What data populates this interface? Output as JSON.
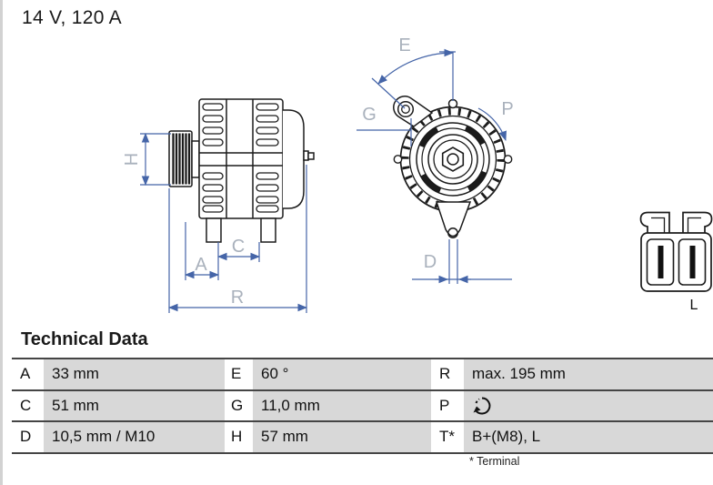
{
  "title": "14 V, 120 A",
  "diagram": {
    "side_view": {
      "labels": {
        "H": "H",
        "A": "A",
        "C": "C",
        "R": "R"
      }
    },
    "front_view": {
      "labels": {
        "E": "E",
        "G": "G",
        "P": "P",
        "D": "D"
      }
    },
    "connector": {
      "label": "L"
    }
  },
  "technical_data": {
    "heading": "Technical Data",
    "rows": [
      [
        {
          "key": "A",
          "value": "33 mm"
        },
        {
          "key": "E",
          "value": "60 °"
        },
        {
          "key": "R",
          "value": "max. 195 mm"
        }
      ],
      [
        {
          "key": "C",
          "value": "51 mm"
        },
        {
          "key": "G",
          "value": "11,0 mm"
        },
        {
          "key": "P",
          "value": "",
          "value_icon": "rotation-direction-icon"
        }
      ],
      [
        {
          "key": "D",
          "value": "10,5 mm / M10"
        },
        {
          "key": "H",
          "value": "57 mm"
        },
        {
          "key": "T*",
          "value": "B+(M8), L"
        }
      ]
    ],
    "footnote": "* Terminal"
  },
  "colors": {
    "dimension_line": "#4565a8",
    "dimension_label": "#a9b1bc",
    "drawing_ink": "#1b1b1b",
    "table_band": "#d8d8d8",
    "table_line": "#454545"
  }
}
